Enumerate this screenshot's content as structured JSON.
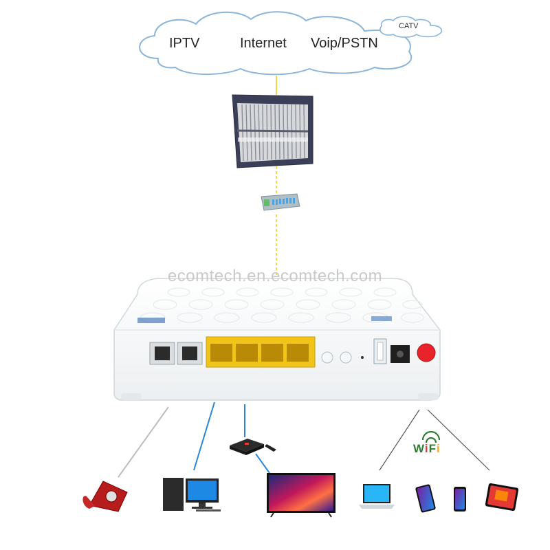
{
  "cloud": {
    "services": [
      "IPTV",
      "Internet",
      "Voip/PSTN"
    ],
    "catv": "CATV"
  },
  "watermark": "ecomtech.en.ecomtech.com",
  "wifi_label": {
    "letters": [
      "W",
      "i",
      "F",
      "i"
    ]
  },
  "colors": {
    "fiber_line": "#f2d84a",
    "lan_line": "#2a86d6",
    "phone_line": "#bdbdbd",
    "wifi_line": "#555555",
    "lan_port": "#f0c419",
    "power_button": "#e8232a"
  },
  "devices": {
    "olt": "olt-chassis-icon",
    "splitter": "plc-splitter-icon",
    "onu": "onu-router-icon",
    "phone": "telephone-icon",
    "pc": "desktop-pc-icon",
    "stb": "set-top-box-icon",
    "tv": "television-icon",
    "laptop": "laptop-icon",
    "phones": "smartphone-icon",
    "tablet": "tablet-icon"
  }
}
